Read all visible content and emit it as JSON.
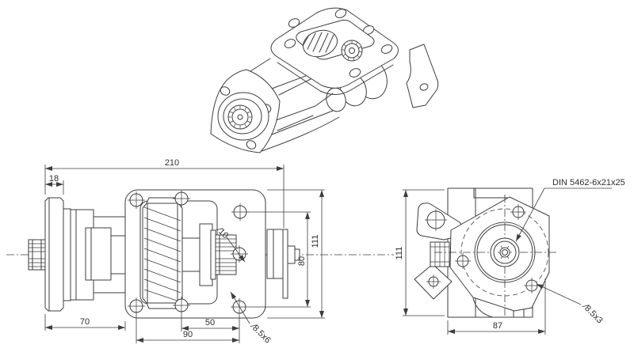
{
  "colors": {
    "background": "#ffffff",
    "line": "#3d3d3d",
    "text": "#2e2e2e"
  },
  "views": {
    "isometric": {
      "description": "isometric projection of PTO gearbox"
    },
    "side": {
      "dims": {
        "total_length": "210",
        "flange_thickness": "18",
        "flange_offset": "70",
        "hole_pitch_50": "50",
        "hole_pitch_90": "90",
        "hole_pitch_80": "80",
        "plate_height": "111",
        "pilot_hole": "∕10",
        "mount_holes": "∕8.5x6"
      }
    },
    "end": {
      "dims": {
        "plate_height": "111",
        "body_width": "87",
        "flange_holes": "∕8.5x3",
        "spline_spec": "DIN 5462-6x21x25"
      }
    }
  }
}
